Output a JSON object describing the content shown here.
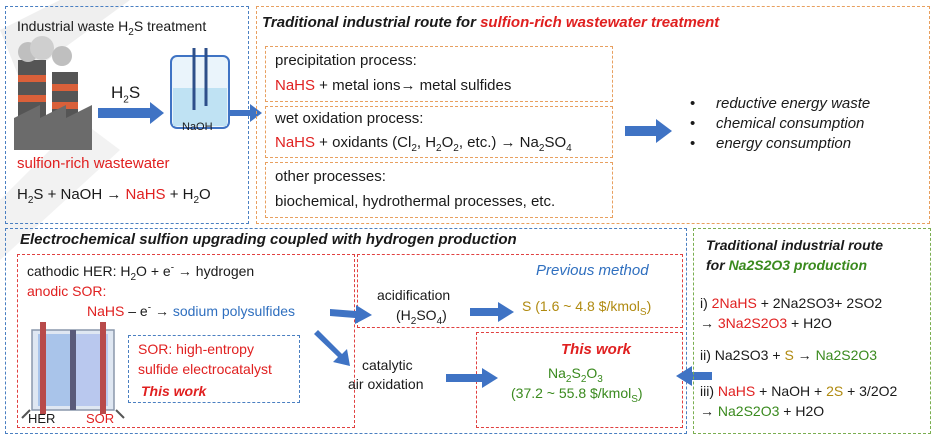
{
  "waste_panel": {
    "title_pre": "Industrial waste H",
    "title_sub": "2",
    "title_post": "S treatment",
    "h2s_label_pre": "H",
    "h2s_label_sub": "2",
    "h2s_label_post": "S",
    "naoh_label": "NaOH",
    "wastewater_label": "sulfion-rich wastewater",
    "eq_a": "H",
    "eq_a_sub": "2",
    "eq_b": "S + NaOH → ",
    "eq_c": "NaHS",
    "eq_d": " + H",
    "eq_d_sub": "2",
    "eq_e": "O"
  },
  "traditional_route": {
    "title_pre": "Traditional industrial route for ",
    "title_highlight": "sulfion-rich wastewater treatment",
    "precipitation": {
      "heading": "precipitation process:",
      "nahs": "NaHS",
      "rest": " + metal ions→ metal sulfides"
    },
    "wet_oxidation": {
      "heading": "wet oxidation process:",
      "nahs": "NaHS",
      "p1": " + oxidants (Cl",
      "s1": "2",
      "p2": ", H",
      "s2": "2",
      "p3": "O",
      "s3": "2",
      "p4": ", etc.) → Na",
      "s4": "2",
      "p5": "SO",
      "s5": "4"
    },
    "other": {
      "heading": "other processes:",
      "text": "biochemical, hydrothermal processes, etc."
    },
    "drawbacks": [
      "reductive energy waste",
      "chemical consumption",
      "energy consumption"
    ]
  },
  "electrochem": {
    "title": "Electrochemical sulfion upgrading coupled with hydrogen production",
    "cathodic_pre": "cathodic HER: H",
    "cathodic_sub": "2",
    "cathodic_mid": "O + e",
    "cathodic_sup": "-",
    "cathodic_post": " → hydrogen",
    "anodic_line1": "anodic SOR:",
    "anodic_nahs": "NaHS",
    "anodic_mid": " – e",
    "anodic_sup": "-",
    "anodic_arrow": " → ",
    "anodic_product": "sodium polysulfides",
    "sor_line1": "SOR: high-entropy",
    "sor_line2": "sulfide electrocatalyst",
    "sor_this_work": "This work",
    "her_label": "HER",
    "sor_label": "SOR",
    "previous_method": "Previous method",
    "acidification": "acidification",
    "acid_pre": "(H",
    "acid_sub1": "2",
    "acid_mid": "SO",
    "acid_sub2": "4",
    "acid_post": ")",
    "s_product": "S (1.6 ~ 4.8 $/kmol",
    "s_product_sub": "S",
    "s_product_end": ")",
    "catalytic_line1": "catalytic",
    "catalytic_line2": "air oxidation",
    "this_work": "This work",
    "thio_pre": "Na",
    "thio_s1": "2",
    "thio_mid": "S",
    "thio_s2": "2",
    "thio_mid2": "O",
    "thio_s3": "3",
    "thio_price": "(37.2 ~ 55.8 $/kmol",
    "thio_price_sub": "S",
    "thio_price_end": ")"
  },
  "thio_route": {
    "title_line1": "Traditional industrial route",
    "title_line2_pre": "for ",
    "title_line2_highlight": "Na2S2O3 production",
    "r1_label": "i) ",
    "r1_nahs": "2NaHS",
    "r1_rest": " + 2Na2SO3+ 2SO2",
    "r1_line2_pre": "→ ",
    "r1_line2_prod": "3Na2S2O3",
    "r1_line2_post": " + H2O",
    "r2_pre": "ii) Na2SO3 + ",
    "r2_s": "S",
    "r2_arrow": " → ",
    "r2_prod": "Na2S2O3",
    "r3_label": "iii) ",
    "r3_nahs": "NaHS",
    "r3_mid": " + NaOH + ",
    "r3_2s": "2S",
    "r3_post": " + 3/2O2",
    "r3_line2_pre": "→ ",
    "r3_line2_prod": "Na2S2O3",
    "r3_line2_post": " + H2O"
  },
  "colors": {
    "arrow_blue": "#3f73c4",
    "highlight_red": "#e02020",
    "highlight_green": "#3a8a1e",
    "sulfur_olive": "#b08a10"
  }
}
